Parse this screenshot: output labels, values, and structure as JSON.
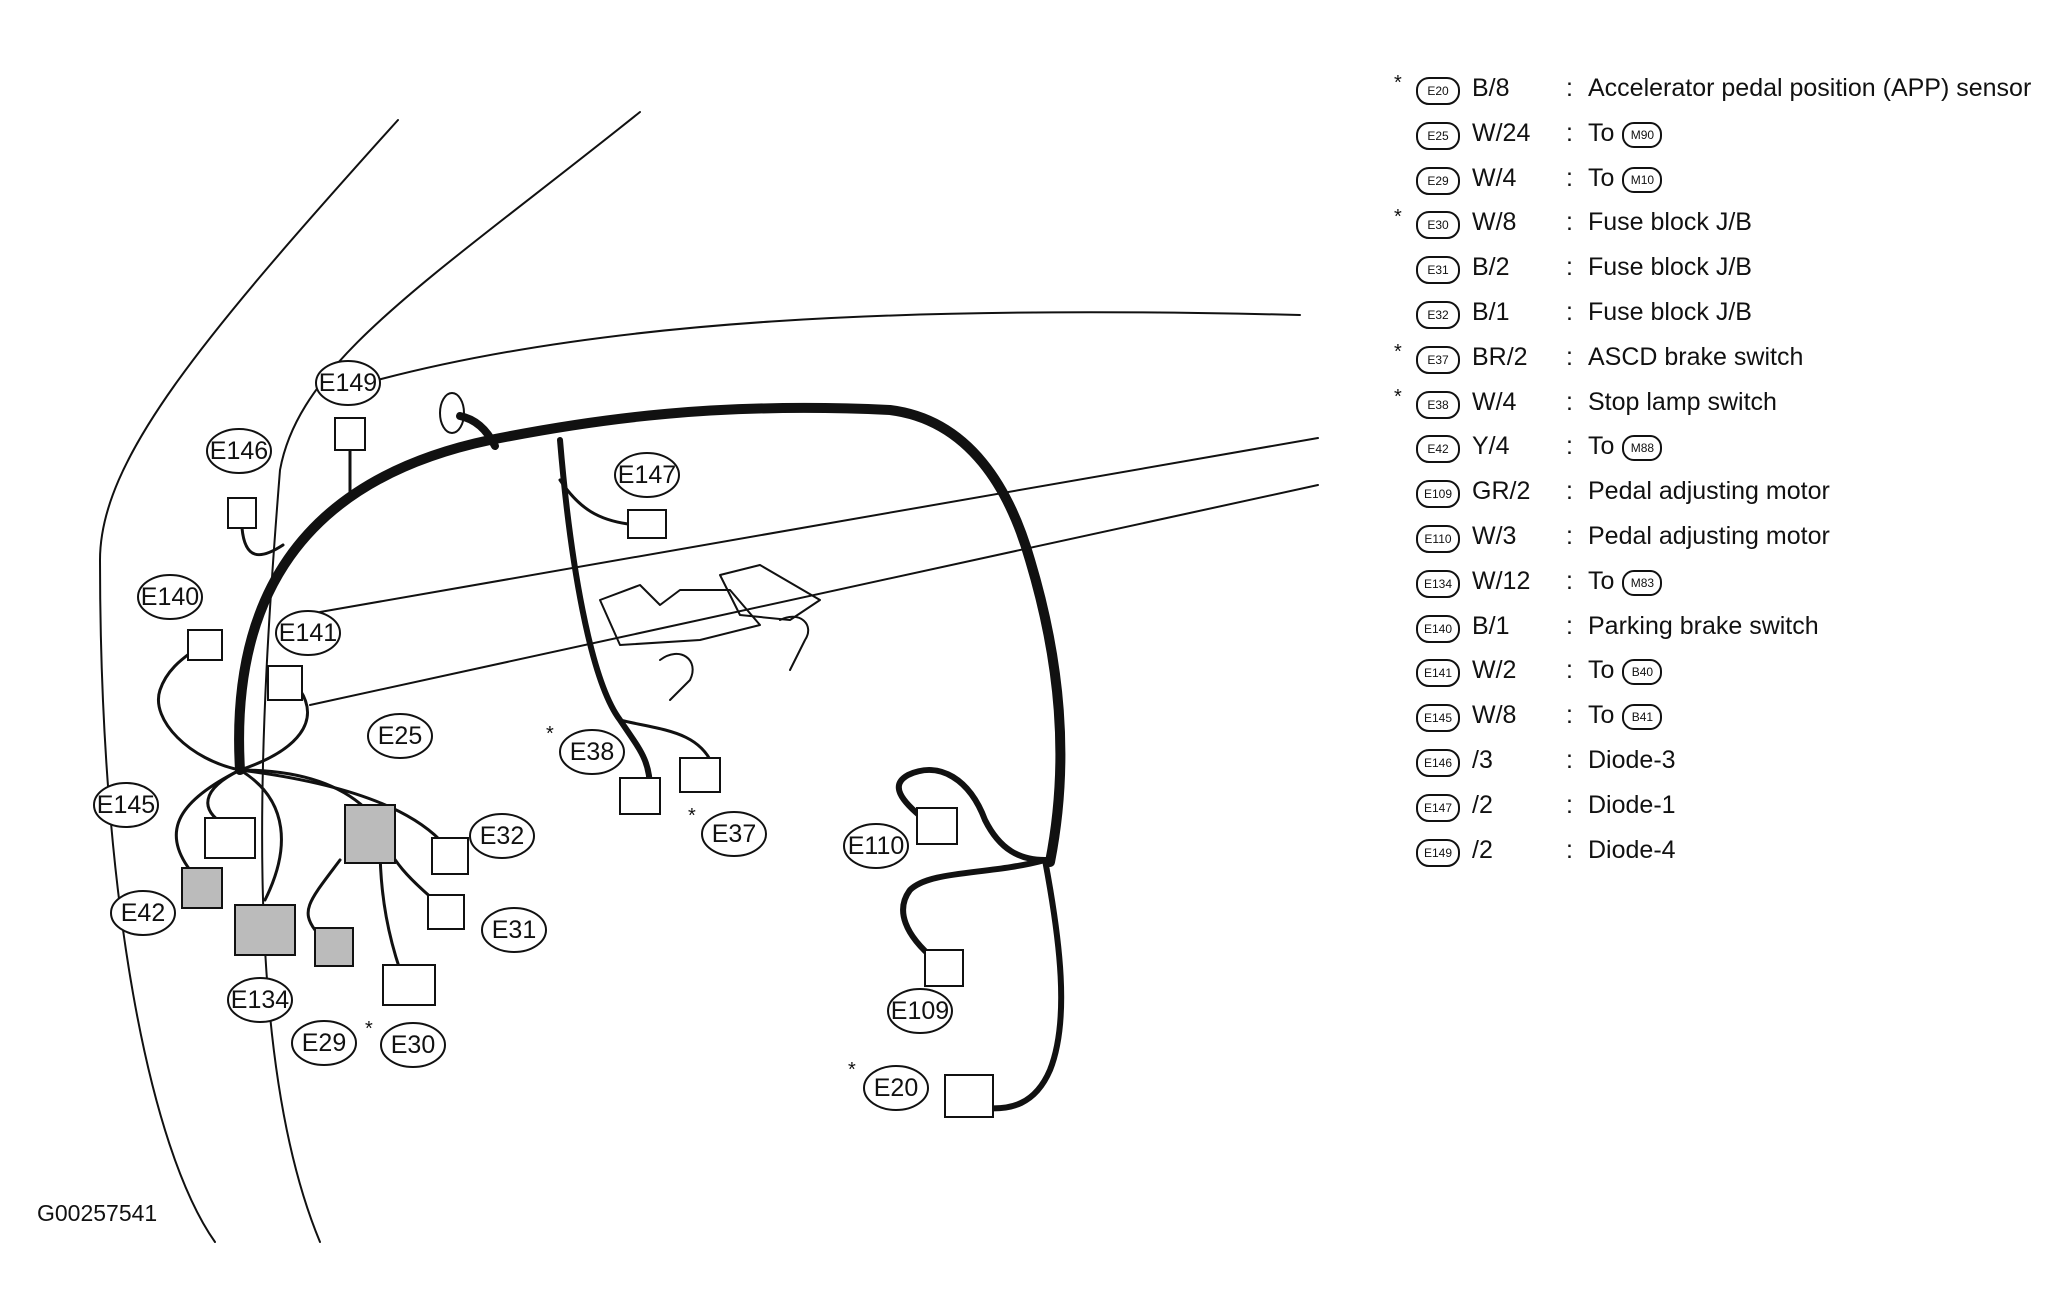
{
  "figure_id": "G00257541",
  "diagram_labels": {
    "E149": "E149",
    "E146": "E146",
    "E147": "E147",
    "E140": "E140",
    "E141": "E141",
    "E25": "E25",
    "E38": "E38",
    "E37": "E37",
    "E145": "E145",
    "E32": "E32",
    "E110": "E110",
    "E42": "E42",
    "E31": "E31",
    "E134": "E134",
    "E109": "E109",
    "E29": "E29",
    "E30": "E30",
    "E20": "E20"
  },
  "legend": [
    {
      "star": "*",
      "id": "E20",
      "color": "B/8",
      "description": "Accelerator pedal position (APP) sensor",
      "target": ""
    },
    {
      "star": "",
      "id": "E25",
      "color": "W/24",
      "description": "To",
      "target": "M90"
    },
    {
      "star": "",
      "id": "E29",
      "color": "W/4",
      "description": "To",
      "target": "M10"
    },
    {
      "star": "*",
      "id": "E30",
      "color": "W/8",
      "description": "Fuse block J/B",
      "target": ""
    },
    {
      "star": "",
      "id": "E31",
      "color": "B/2",
      "description": "Fuse block J/B",
      "target": ""
    },
    {
      "star": "",
      "id": "E32",
      "color": "B/1",
      "description": "Fuse block J/B",
      "target": ""
    },
    {
      "star": "*",
      "id": "E37",
      "color": "BR/2",
      "description": "ASCD brake switch",
      "target": ""
    },
    {
      "star": "*",
      "id": "E38",
      "color": "W/4",
      "description": "Stop lamp switch",
      "target": ""
    },
    {
      "star": "",
      "id": "E42",
      "color": "Y/4",
      "description": "To",
      "target": "M88"
    },
    {
      "star": "",
      "id": "E109",
      "color": "GR/2",
      "description": "Pedal adjusting motor",
      "target": ""
    },
    {
      "star": "",
      "id": "E110",
      "color": "W/3",
      "description": "Pedal adjusting motor",
      "target": ""
    },
    {
      "star": "",
      "id": "E134",
      "color": "W/12",
      "description": "To",
      "target": "M83"
    },
    {
      "star": "",
      "id": "E140",
      "color": "B/1",
      "description": "Parking brake switch",
      "target": ""
    },
    {
      "star": "",
      "id": "E141",
      "color": "W/2",
      "description": "To",
      "target": "B40"
    },
    {
      "star": "",
      "id": "E145",
      "color": "W/8",
      "description": "To",
      "target": "B41"
    },
    {
      "star": "",
      "id": "E146",
      "color": "/3",
      "description": "Diode-3",
      "target": ""
    },
    {
      "star": "",
      "id": "E147",
      "color": "/2",
      "description": "Diode-1",
      "target": ""
    },
    {
      "star": "",
      "id": "E149",
      "color": "/2",
      "description": "Diode-4",
      "target": ""
    }
  ]
}
